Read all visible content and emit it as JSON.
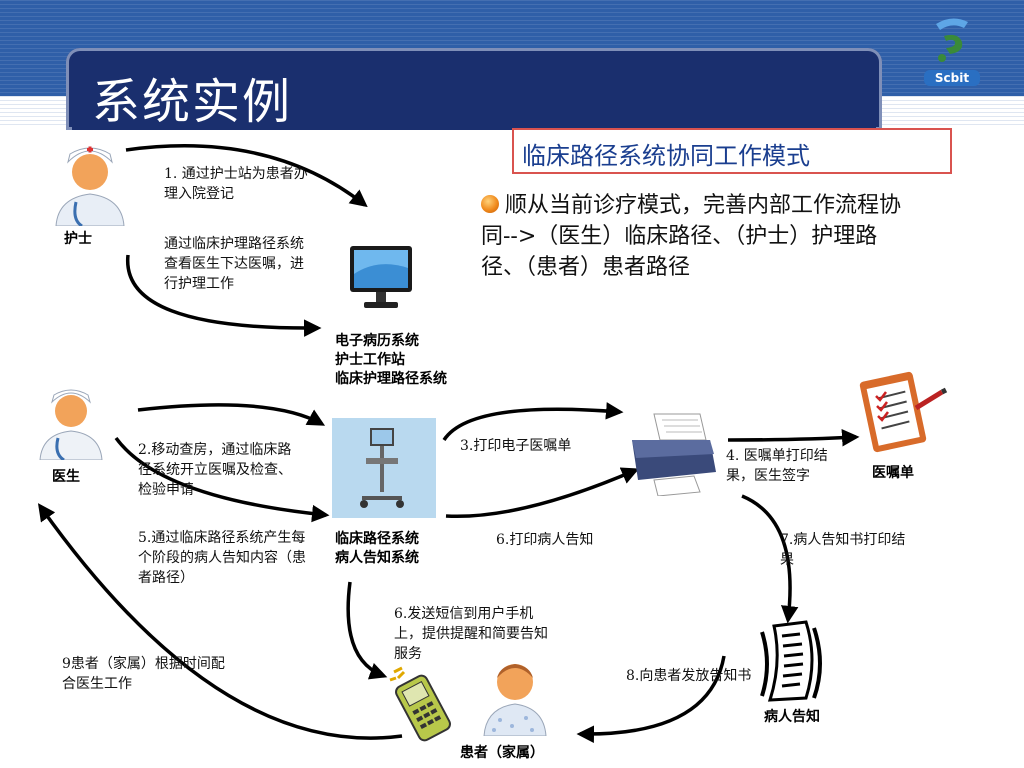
{
  "title": "系统实例",
  "logo": {
    "text": "Scbit"
  },
  "mode_box": "临床路径系统协同工作模式",
  "bullet": "顺从当前诊疗模式，完善内部工作流程协同-->（医生）临床路径、（护士）护理路径、（患者）患者路径",
  "actors": {
    "nurse": "护士",
    "doctor": "医生",
    "patient": "患者（家属）",
    "order_sheet": "医嘱单",
    "notice": "病人告知"
  },
  "systems": {
    "emr_line1": "电子病历系统",
    "emr_line2": "护士工作站",
    "emr_line3": "临床护理路径系统",
    "cp_line1": "临床路径系统",
    "cp_line2": "病人告知系统"
  },
  "steps": {
    "s1": "1. 通过护士站为患者办理入院登记",
    "s_nurse2": "通过临床护理路径系统查看医生下达医嘱，进行护理工作",
    "s2": "2.移动查房，通过临床路径系统开立医嘱及检查、检验申请",
    "s3": "3.打印电子医嘱单",
    "s4": "4. 医嘱单打印结果，医生签字",
    "s5": "5.通过临床路径系统产生每个阶段的病人告知内容（患者路径）",
    "s6a": "6.打印病人告知",
    "s6b": "6.发送短信到用户手机上，提供提醒和简要告知服务",
    "s7": "7.病人告知书打印结果",
    "s8": "8.向患者发放告知书",
    "s9": "9患者（家属）根据时间配合医生工作"
  }
}
